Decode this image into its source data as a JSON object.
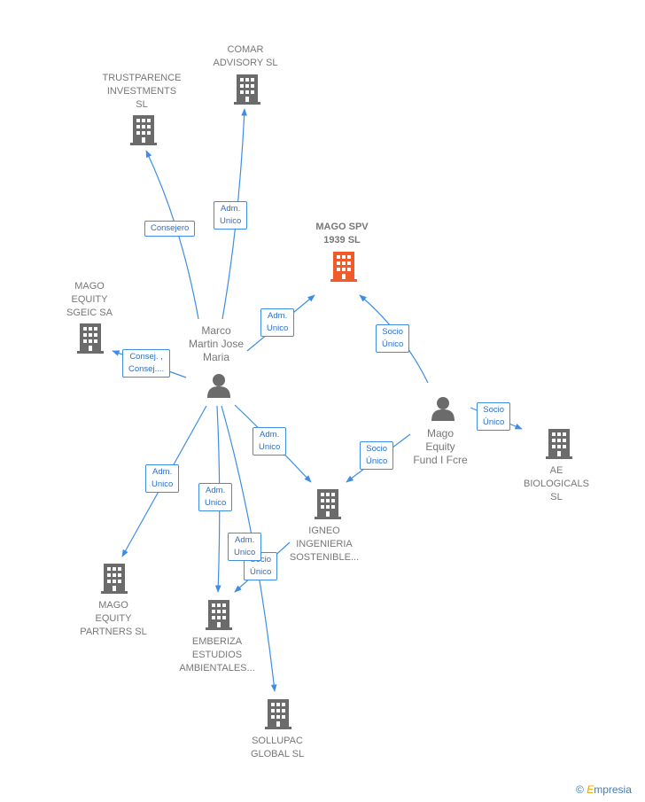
{
  "colors": {
    "edge": "#3d8de6",
    "building": "#6b6b6b",
    "building_main": "#f15a2b",
    "person": "#6b6b6b"
  },
  "nodes": {
    "comar": "COMAR\nADVISORY SL",
    "trustparence": "TRUSTPARENCE\nINVESTMENTS\nSL",
    "mago_spv": "MAGO SPV\n1939  SL",
    "mago_sgeic": "MAGO\nEQUITY\nSGEIC SA",
    "marco": "Marco\nMartin Jose\nMaria",
    "fund": "Mago\nEquity\nFund I Fcre",
    "ae": "AE\nBIOLOGICALS\nSL",
    "igneo": "IGNEO\nINGENIERIA\nSOSTENIBLE...",
    "partners": "MAGO\nEQUITY\nPARTNERS  SL",
    "emberiza": "EMBERIZA\nESTUDIOS\nAMBIENTALES...",
    "sollupac": "SOLLUPAC\nGLOBAL  SL"
  },
  "edges": {
    "consejero": "Consejero",
    "adm_comar": "Adm.\nUnico",
    "adm_spv": "Adm.\nUnico",
    "consej_sgeic": "Consej. ,\nConsej....",
    "socio_spv": "Socio\nÚnico",
    "socio_ae": "Socio\nÚnico",
    "socio_igneo": "Socio\nÚnico",
    "adm_igneo": "Adm.\nUnico",
    "adm_partners": "Adm.\nUnico",
    "adm_emberiza": "Adm.\nUnico",
    "socio_emberiza": "Socio\nÚnico",
    "adm_sollupac": "Adm.\nUnico"
  },
  "footer": {
    "copyright": "©",
    "brand_initial": "E",
    "brand_rest": "mpresia"
  }
}
